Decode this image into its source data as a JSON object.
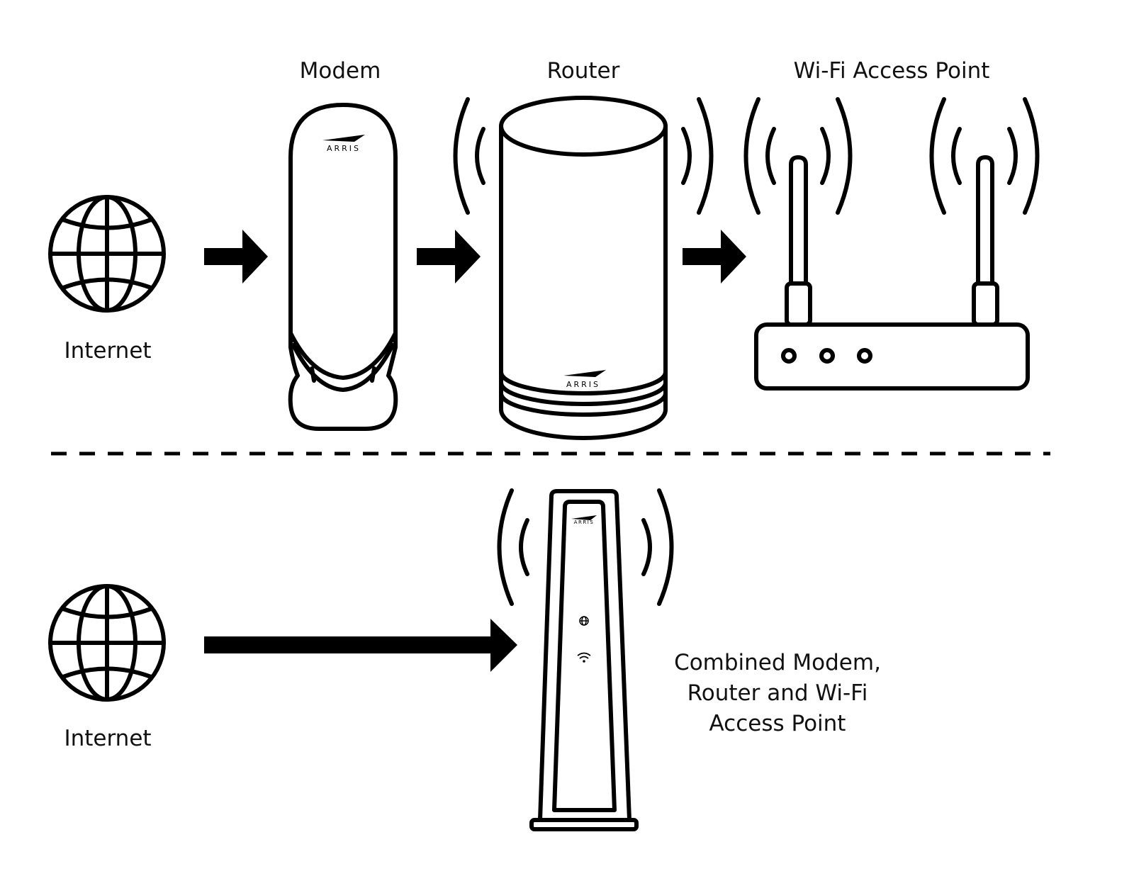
{
  "labels": {
    "modem": "Modem",
    "router": "Router",
    "access_point": "Wi-Fi Access Point",
    "internet_top": "Internet",
    "internet_bottom": "Internet",
    "combined": [
      "Combined Modem,",
      "Router and Wi-Fi",
      "Access Point"
    ]
  },
  "brand": "ARRIS",
  "icons": [
    "globe-icon",
    "arrow-right-icon",
    "wifi-waves-icon",
    "wifi-icon"
  ],
  "colors": {
    "stroke": "#000000",
    "background": "#ffffff"
  }
}
